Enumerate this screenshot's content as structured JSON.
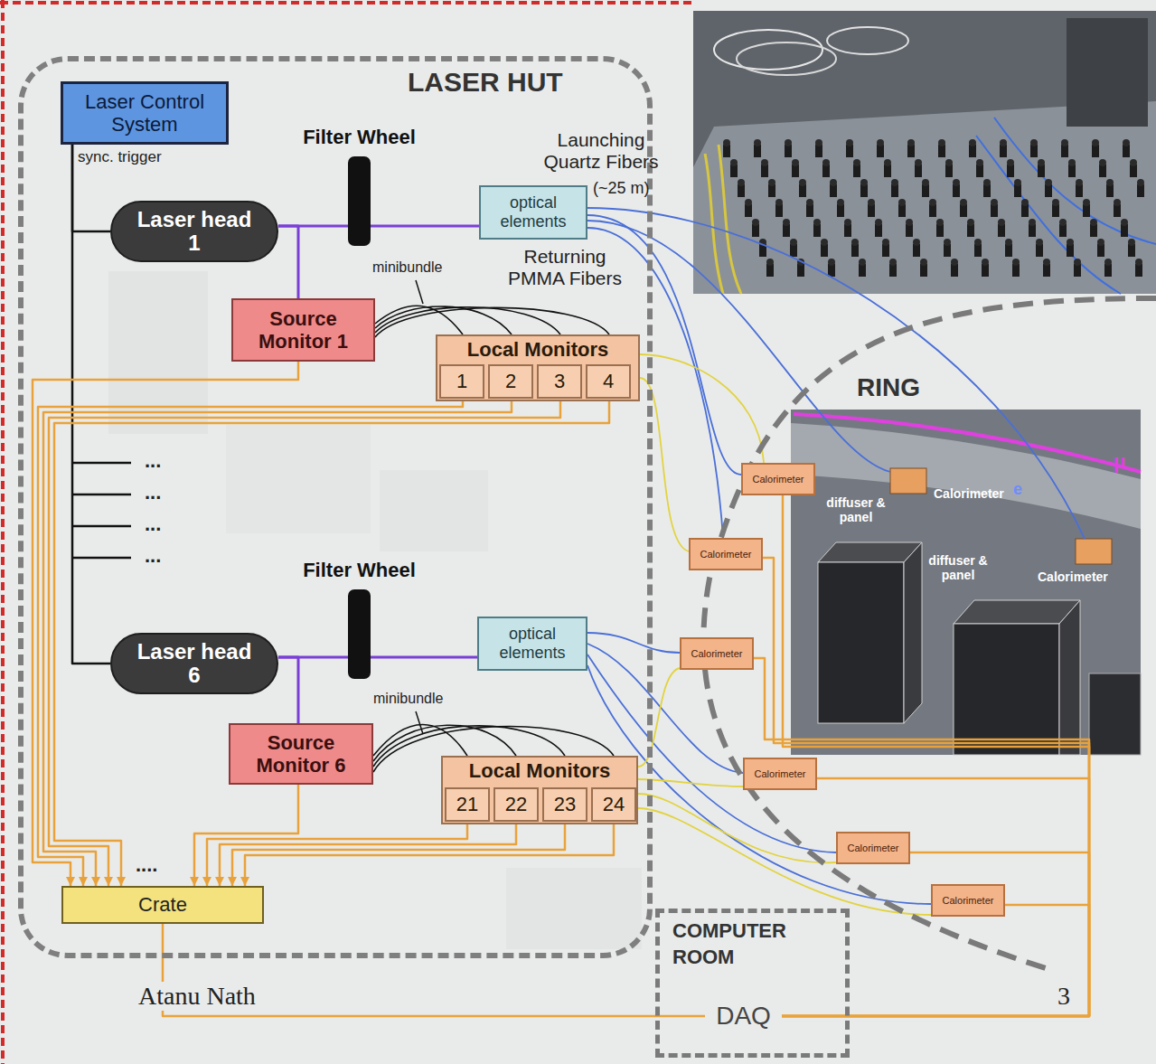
{
  "diagram": {
    "nodes": [
      {
        "text": [
          "LASER HUT"
        ]
      },
      {
        "text": [
          "Laser Control System"
        ],
        "in": 0
      },
      {
        "text": [
          "Filter Wheel"
        ],
        "in": 0
      },
      {
        "text": [
          "Laser head 1"
        ],
        "in": 0
      },
      {
        "text": [
          "optical elements"
        ],
        "in": 0
      },
      {
        "text": [
          "Source Monitor 1"
        ],
        "in": 0
      },
      {
        "text": [
          "Local Monitors"
        ],
        "in": 0
      },
      {
        "text": [
          "1"
        ],
        "in": 6
      },
      {
        "text": [
          "2"
        ],
        "in": 6
      },
      {
        "text": [
          "3"
        ],
        "in": 6
      },
      {
        "text": [
          "4"
        ],
        "in": 6
      },
      {
        "text": [
          "Filter Wheel"
        ],
        "in": 0
      },
      {
        "text": [
          "Laser head 6"
        ],
        "in": 0
      },
      {
        "text": [
          "optical elements"
        ],
        "in": 0
      },
      {
        "text": [
          "Source Monitor 6"
        ],
        "in": 0
      },
      {
        "text": [
          "Local Monitors"
        ],
        "in": 0
      },
      {
        "text": [
          "21"
        ],
        "in": 15
      },
      {
        "text": [
          "22"
        ],
        "in": 15
      },
      {
        "text": [
          "23"
        ],
        "in": 15
      },
      {
        "text": [
          "24"
        ],
        "in": 15
      },
      {
        "text": [
          "Crate"
        ],
        "in": 0
      },
      {
        "text": [
          "RING"
        ]
      },
      {
        "text": [
          "Calorimeter"
        ]
      },
      {
        "text": [
          "Calorimeter"
        ]
      },
      {
        "text": [
          "Calorimeter"
        ]
      },
      {
        "text": [
          "Calorimeter"
        ]
      },
      {
        "text": [
          "Calorimeter"
        ]
      },
      {
        "text": [
          "Calorimeter"
        ]
      },
      {
        "text": [
          "COMPUTER ROOM"
        ]
      },
      {
        "text": [
          "DAQ"
        ],
        "in": 28
      }
    ],
    "edges": [
      {
        "from": 1,
        "to": 3,
        "arrow": "none"
      },
      {
        "from": 1,
        "to": 12,
        "arrow": "none"
      },
      {
        "from": 3,
        "to": 2,
        "arrow": "none"
      },
      {
        "from": 2,
        "to": 4,
        "arrow": "none"
      },
      {
        "from": 3,
        "to": 5,
        "arrow": "none"
      },
      {
        "from": 5,
        "to": 6,
        "arrow": "none"
      },
      {
        "from": 5,
        "to": 6,
        "arrow": "none"
      },
      {
        "from": 5,
        "to": 6,
        "arrow": "none"
      },
      {
        "from": 5,
        "to": 6,
        "arrow": "none"
      },
      {
        "from": 5,
        "to": 20,
        "arrow": "to"
      },
      {
        "from": 7,
        "to": 20,
        "arrow": "to"
      },
      {
        "from": 8,
        "to": 20,
        "arrow": "to"
      },
      {
        "from": 9,
        "to": 20,
        "arrow": "to"
      },
      {
        "from": 10,
        "to": 20,
        "arrow": "to"
      },
      {
        "from": 12,
        "to": 11,
        "arrow": "none"
      },
      {
        "from": 11,
        "to": 13,
        "arrow": "none"
      },
      {
        "from": 12,
        "to": 14,
        "arrow": "none"
      },
      {
        "from": 14,
        "to": 15,
        "arrow": "none"
      },
      {
        "from": 14,
        "to": 15,
        "arrow": "none"
      },
      {
        "from": 14,
        "to": 15,
        "arrow": "none"
      },
      {
        "from": 14,
        "to": 15,
        "arrow": "none"
      },
      {
        "from": 14,
        "to": 20,
        "arrow": "to"
      },
      {
        "from": 16,
        "to": 20,
        "arrow": "to"
      },
      {
        "from": 17,
        "to": 20,
        "arrow": "to"
      },
      {
        "from": 18,
        "to": 20,
        "arrow": "to"
      },
      {
        "from": 19,
        "to": 20,
        "arrow": "to"
      },
      {
        "from": 20,
        "to": 29,
        "arrow": "none"
      },
      {
        "from": 4,
        "to": 22,
        "arrow": "none"
      },
      {
        "from": 4,
        "to": 23,
        "arrow": "none"
      },
      {
        "from": 22,
        "to": 6,
        "arrow": "none"
      },
      {
        "from": 23,
        "to": 6,
        "arrow": "none"
      },
      {
        "from": 13,
        "to": 24,
        "arrow": "none"
      },
      {
        "from": 13,
        "to": 25,
        "arrow": "none"
      },
      {
        "from": 13,
        "to": 26,
        "arrow": "none"
      },
      {
        "from": 13,
        "to": 27,
        "arrow": "none"
      },
      {
        "from": 24,
        "to": 15,
        "arrow": "none"
      },
      {
        "from": 25,
        "to": 15,
        "arrow": "none"
      },
      {
        "from": 26,
        "to": 15,
        "arrow": "none"
      },
      {
        "from": 27,
        "to": 15,
        "arrow": "none"
      },
      {
        "from": 22,
        "to": 29,
        "arrow": "none"
      },
      {
        "from": 23,
        "to": 29,
        "arrow": "none"
      },
      {
        "from": 24,
        "to": 29,
        "arrow": "none"
      },
      {
        "from": 25,
        "to": 29,
        "arrow": "none"
      },
      {
        "from": 26,
        "to": 29,
        "arrow": "none"
      },
      {
        "from": 27,
        "to": 29,
        "arrow": "none"
      }
    ],
    "labels": [
      "sync. trigger",
      "Launching Quartz Fibers",
      "(~25 m)",
      "Returning PMMA Fibers",
      "minibundle",
      "...",
      "...",
      "...",
      "...",
      "minibundle",
      "....",
      "diffuser & panel",
      "Calorimeter",
      "e",
      "diffuser & panel",
      "Calorimeter",
      "μ",
      "Atanu Nath",
      "3"
    ]
  }
}
